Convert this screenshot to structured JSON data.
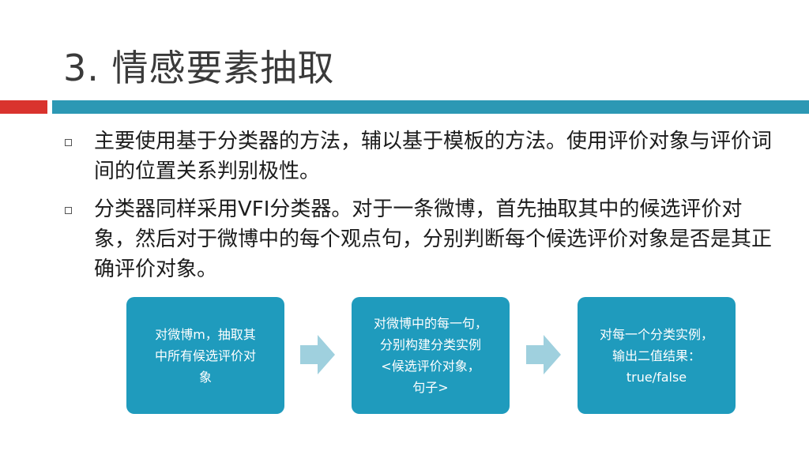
{
  "slide": {
    "title": "3. 情感要素抽取",
    "bullets": [
      "主要使用基于分类器的方法，辅以基于模板的方法。使用评价对象与评价词间的位置关系判别极性。",
      "分类器同样采用VFI分类器。对于一条微博，首先抽取其中的候选评价对象，然后对于微博中的每个观点句，分别判断每个候选评价对象是否是其正确评价对象。"
    ]
  },
  "flow": {
    "steps": [
      "对微博m，抽取其\n中所有候选评价对\n象",
      "对微博中的每一句，\n分别构建分类实例\n<候选评价对象，\n句子>",
      "对每一个分类实例，\n输出二值结果：\ntrue/false"
    ]
  },
  "colors": {
    "accent_red": "#d9332e",
    "accent_teal": "#2c98b4",
    "box_fill": "#1f9bbd",
    "arrow_fill": "#9fd0de"
  }
}
